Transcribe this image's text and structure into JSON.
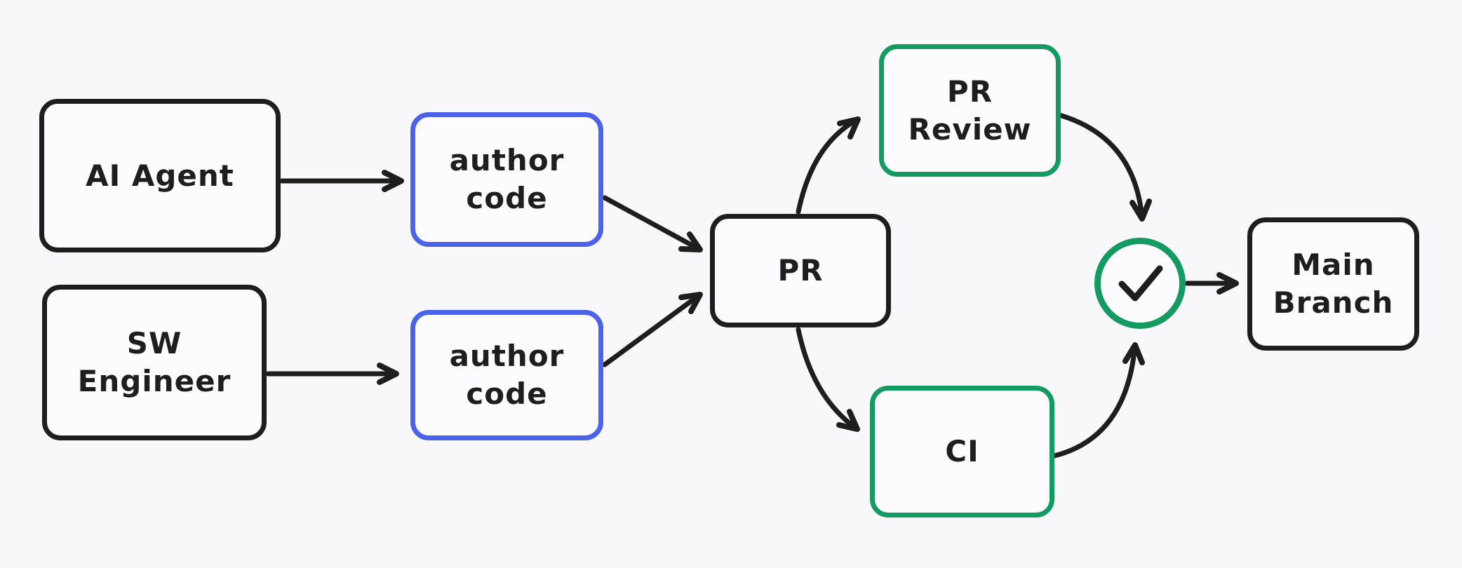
{
  "canvas": {
    "colors": {
      "ink": "#1e1e1e",
      "accent_blue": "#4a63e8",
      "accent_green": "#149b62",
      "canvas_bg": "#f8f8fb",
      "node_fill": "#fcfcfe"
    }
  },
  "diagram": {
    "nodes": {
      "ai_agent": {
        "label": "AI Agent",
        "border": "#1e1e1e"
      },
      "sw_engineer": {
        "label": "SW\nEngineer",
        "border": "#1e1e1e"
      },
      "author_code_1": {
        "label": "author\ncode",
        "border": "#4a63e8"
      },
      "author_code_2": {
        "label": "author\ncode",
        "border": "#4a63e8"
      },
      "pr": {
        "label": "PR",
        "border": "#1e1e1e"
      },
      "pr_review": {
        "label": "PR\nReview",
        "border": "#149b62"
      },
      "ci": {
        "label": "CI",
        "border": "#149b62"
      },
      "approved_check": {
        "icon": "check-icon",
        "border": "#149b62"
      },
      "main_branch": {
        "label": "Main\nBranch",
        "border": "#1e1e1e"
      }
    },
    "edges": [
      {
        "from": "ai_agent",
        "to": "author_code_1"
      },
      {
        "from": "sw_engineer",
        "to": "author_code_2"
      },
      {
        "from": "author_code_1",
        "to": "pr"
      },
      {
        "from": "author_code_2",
        "to": "pr"
      },
      {
        "from": "pr",
        "to": "pr_review"
      },
      {
        "from": "pr",
        "to": "ci"
      },
      {
        "from": "pr_review",
        "to": "approved_check"
      },
      {
        "from": "ci",
        "to": "approved_check"
      },
      {
        "from": "approved_check",
        "to": "main_branch"
      }
    ]
  }
}
